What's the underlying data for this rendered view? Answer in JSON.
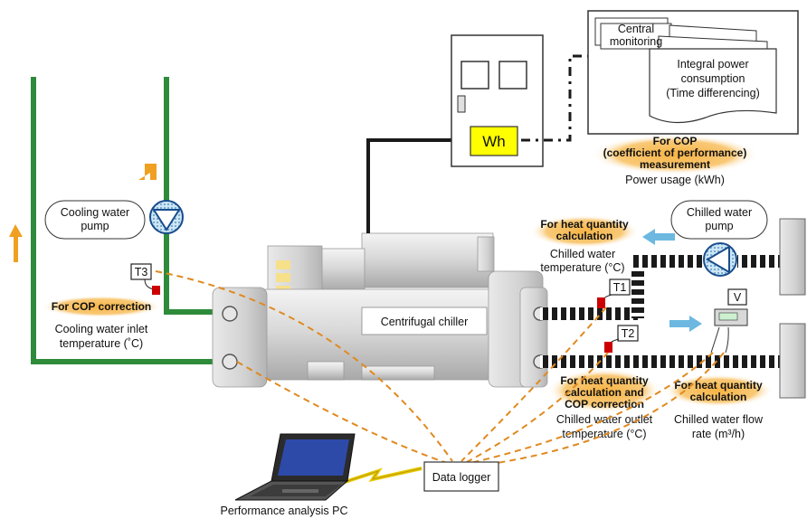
{
  "pump_cooling": {
    "label_line1": "Cooling water",
    "label_line2": "pump"
  },
  "pump_chilled": {
    "label_line1": "Chilled water",
    "label_line2": "pump"
  },
  "cop_correction": {
    "tag": "For COP correction",
    "desc_line1": "Cooling water inlet",
    "desc_line2": "temperature (˚C)"
  },
  "sensors": {
    "t3": "T3",
    "t1": "T1",
    "t2": "T2",
    "v": "V"
  },
  "chiller": {
    "label": "Centrifugal chiller"
  },
  "meter": {
    "label": "Wh"
  },
  "monitor": {
    "central_line1": "Central",
    "central_line2": "monitoring",
    "integral_line1": "Integral power",
    "integral_line2": "consumption",
    "integral_line3": "(Time differencing)"
  },
  "cop_measure": {
    "tag_line1": "For COP",
    "tag_line2": "(coefficient of performance)",
    "tag_line3": "measurement",
    "desc": "Power usage (kWh)"
  },
  "heat_calc_1": {
    "tag_line1": "For heat quantity",
    "tag_line2": "calculation",
    "desc_line1": "Chilled water",
    "desc_line2": "temperature (°C)"
  },
  "heat_calc_2": {
    "tag_line1": "For heat quantity",
    "tag_line2": "calculation and",
    "tag_line3": "COP correction",
    "desc_line1": "Chilled water outlet",
    "desc_line2": "temperature (°C)"
  },
  "heat_calc_3": {
    "tag_line1": "For heat quantity",
    "tag_line2": "calculation",
    "desc_line1": "Chilled water flow",
    "desc_line2": "rate (m³/h)"
  },
  "data_logger": {
    "label": "Data logger"
  },
  "pc": {
    "label": "Performance analysis PC"
  },
  "colors": {
    "green_pipe": "#2e8b3a",
    "orange": "#f0a020",
    "blue_arrow": "#6cb8e0",
    "yellow_meter": "#ffff00",
    "sensor_red": "#cc0000",
    "tag_glow": "#f5b84a"
  }
}
